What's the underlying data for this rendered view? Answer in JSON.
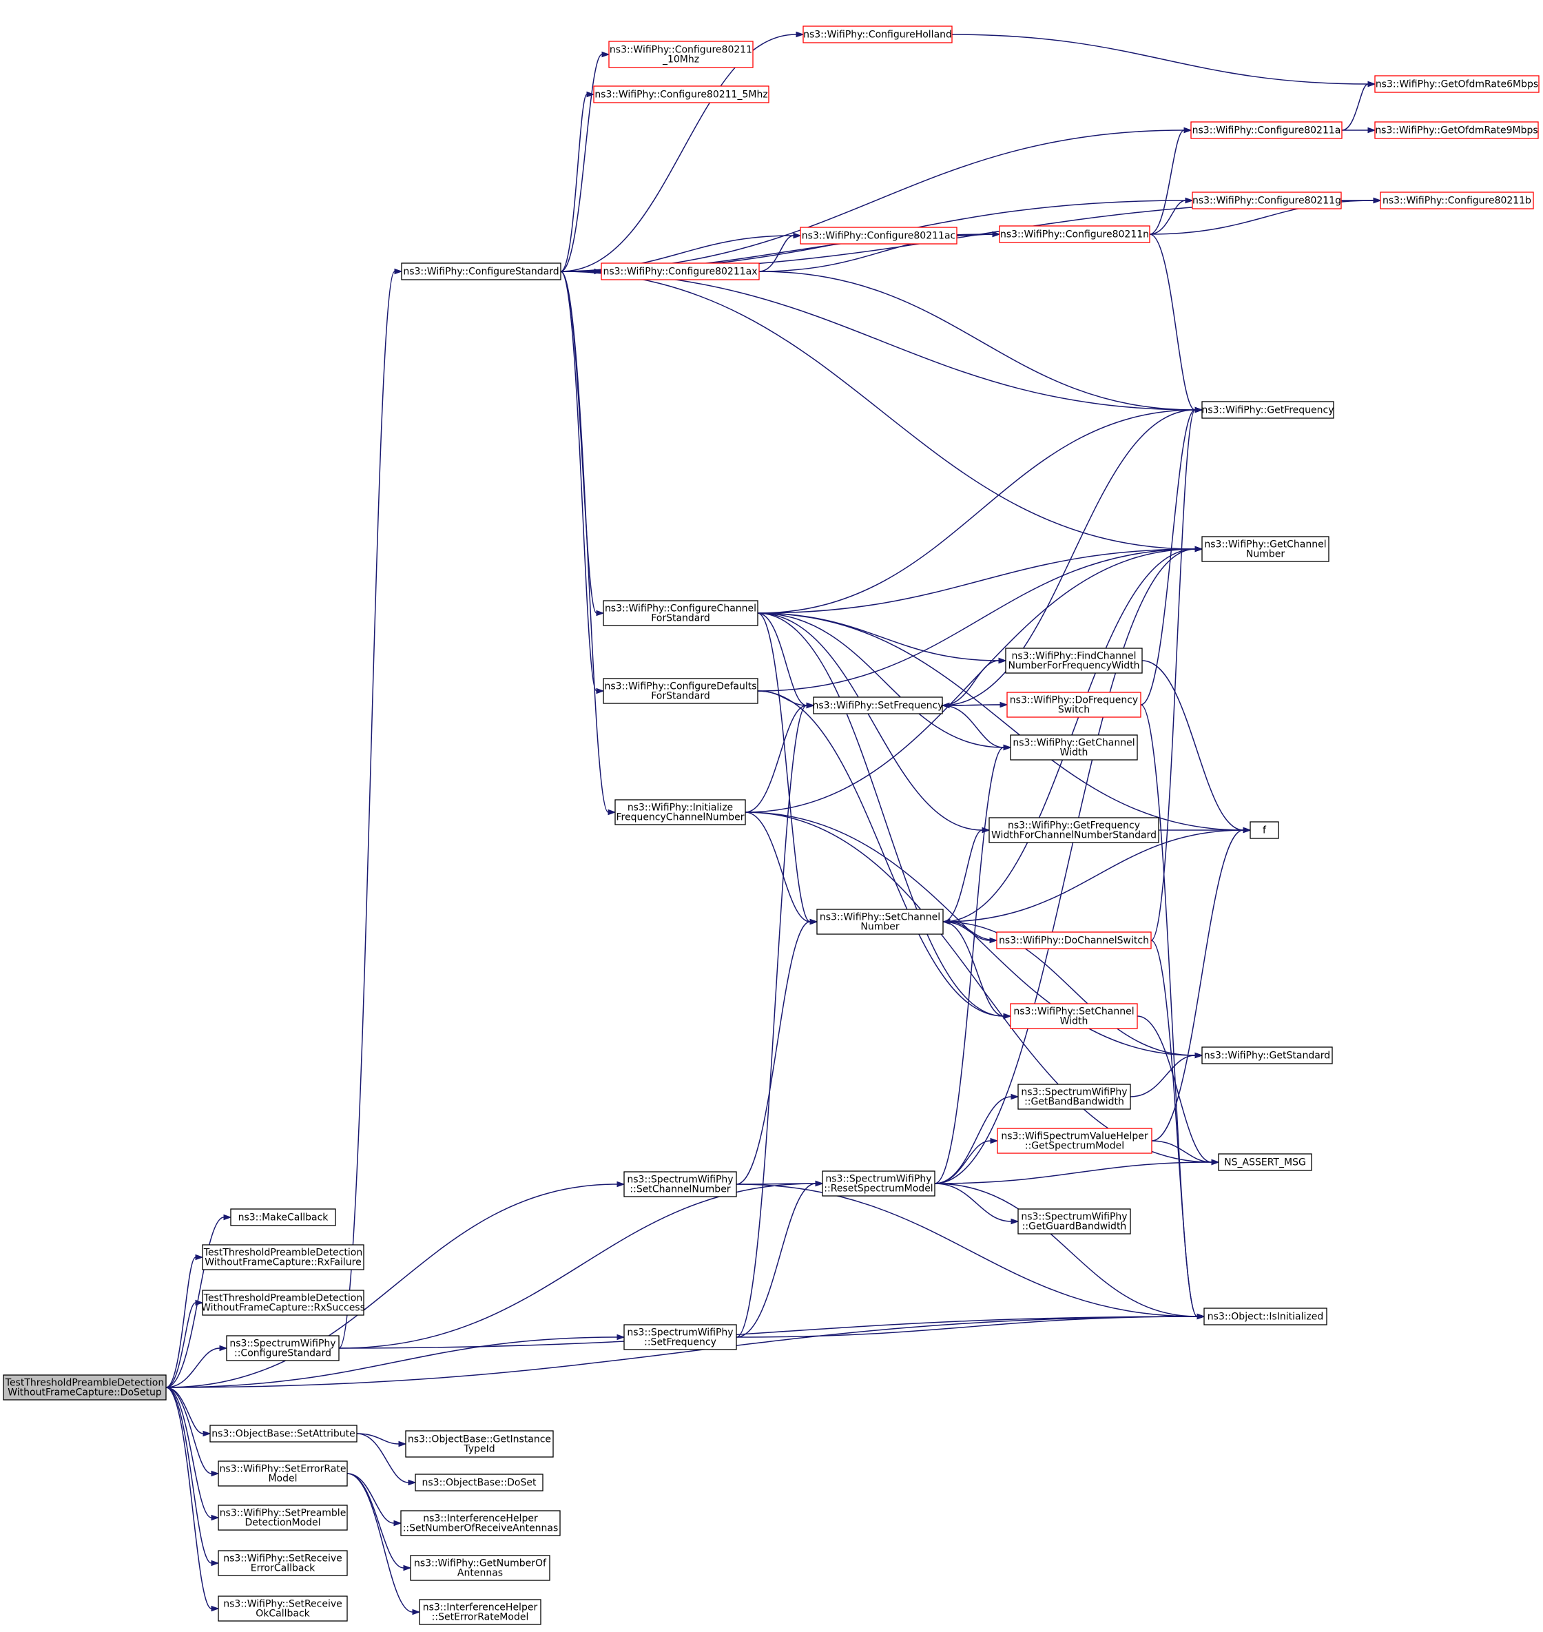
{
  "colors": {
    "edge": "#191970",
    "node_border_normal": "#000000",
    "node_border_truncated": "#ff0000",
    "node_fill": "#ffffff",
    "root_fill": "#bfbfbf"
  },
  "nodes": [
    {
      "id": "root",
      "lines": [
        "TestThresholdPreambleDetection",
        "WithoutFrameCapture::DoSetup"
      ],
      "style": "root"
    },
    {
      "id": "makecb",
      "lines": [
        "ns3::MakeCallback"
      ],
      "style": "normal"
    },
    {
      "id": "rxfail",
      "lines": [
        "TestThresholdPreambleDetection",
        "WithoutFrameCapture::RxFailure"
      ],
      "style": "normal"
    },
    {
      "id": "rxsucc",
      "lines": [
        "TestThresholdPreambleDetection",
        "WithoutFrameCapture::RxSuccess"
      ],
      "style": "normal"
    },
    {
      "id": "spcfgstd",
      "lines": [
        "ns3::SpectrumWifiPhy",
        "::ConfigureStandard"
      ],
      "style": "normal"
    },
    {
      "id": "objsetattr",
      "lines": [
        "ns3::ObjectBase::SetAttribute"
      ],
      "style": "normal"
    },
    {
      "id": "seterr",
      "lines": [
        "ns3::WifiPhy::SetErrorRate",
        "Model"
      ],
      "style": "normal"
    },
    {
      "id": "setpre",
      "lines": [
        "ns3::WifiPhy::SetPreamble",
        "DetectionModel"
      ],
      "style": "normal"
    },
    {
      "id": "setrecerr",
      "lines": [
        "ns3::WifiPhy::SetReceive",
        "ErrorCallback"
      ],
      "style": "normal"
    },
    {
      "id": "setrecok",
      "lines": [
        "ns3::WifiPhy::SetReceive",
        "OkCallback"
      ],
      "style": "normal"
    },
    {
      "id": "cfgstd",
      "lines": [
        "ns3::WifiPhy::ConfigureStandard"
      ],
      "style": "normal"
    },
    {
      "id": "cfgchan",
      "lines": [
        "ns3::WifiPhy::ConfigureChannel",
        "ForStandard"
      ],
      "style": "normal"
    },
    {
      "id": "cfgdef",
      "lines": [
        "ns3::WifiPhy::ConfigureDefaults",
        "ForStandard"
      ],
      "style": "normal"
    },
    {
      "id": "initfreq",
      "lines": [
        "ns3::WifiPhy::Initialize",
        "FrequencyChannelNumber"
      ],
      "style": "normal"
    },
    {
      "id": "spsetchan",
      "lines": [
        "ns3::SpectrumWifiPhy",
        "::SetChannelNumber"
      ],
      "style": "normal"
    },
    {
      "id": "spsetfreq",
      "lines": [
        "ns3::SpectrumWifiPhy",
        "::SetFrequency"
      ],
      "style": "normal"
    },
    {
      "id": "cfg10",
      "lines": [
        "ns3::WifiPhy::Configure80211",
        "_10Mhz"
      ],
      "style": "truncated"
    },
    {
      "id": "cfg5",
      "lines": [
        "ns3::WifiPhy::Configure80211_5Mhz"
      ],
      "style": "truncated"
    },
    {
      "id": "cfgholl",
      "lines": [
        "ns3::WifiPhy::ConfigureHolland"
      ],
      "style": "truncated"
    },
    {
      "id": "cfgac",
      "lines": [
        "ns3::WifiPhy::Configure80211ac"
      ],
      "style": "truncated"
    },
    {
      "id": "cfgax",
      "lines": [
        "ns3::WifiPhy::Configure80211ax"
      ],
      "style": "truncated"
    },
    {
      "id": "setfreq",
      "lines": [
        "ns3::WifiPhy::SetFrequency"
      ],
      "style": "normal"
    },
    {
      "id": "setchan",
      "lines": [
        "ns3::WifiPhy::SetChannel",
        "Number"
      ],
      "style": "normal"
    },
    {
      "id": "resetsm",
      "lines": [
        "ns3::SpectrumWifiPhy",
        "::ResetSpectrumModel"
      ],
      "style": "normal"
    },
    {
      "id": "findchan",
      "lines": [
        "ns3::WifiPhy::FindChannel",
        "NumberForFrequencyWidth"
      ],
      "style": "normal"
    },
    {
      "id": "dofreq",
      "lines": [
        "ns3::WifiPhy::DoFrequency",
        "Switch"
      ],
      "style": "truncated"
    },
    {
      "id": "getcw",
      "lines": [
        "ns3::WifiPhy::GetChannel",
        "Width"
      ],
      "style": "normal"
    },
    {
      "id": "getfwcns",
      "lines": [
        "ns3::WifiPhy::GetFrequency",
        "WidthForChannelNumberStandard"
      ],
      "style": "normal"
    },
    {
      "id": "dochsw",
      "lines": [
        "ns3::WifiPhy::DoChannelSwitch"
      ],
      "style": "truncated"
    },
    {
      "id": "setcw",
      "lines": [
        "ns3::WifiPhy::SetChannel",
        "Width"
      ],
      "style": "truncated"
    },
    {
      "id": "getbandbw",
      "lines": [
        "ns3::SpectrumWifiPhy",
        "::GetBandBandwidth"
      ],
      "style": "normal"
    },
    {
      "id": "getspecmodel",
      "lines": [
        "ns3::WifiSpectrumValueHelper",
        "::GetSpectrumModel"
      ],
      "style": "truncated"
    },
    {
      "id": "getguard",
      "lines": [
        "ns3::SpectrumWifiPhy",
        "::GetGuardBandwidth"
      ],
      "style": "normal"
    },
    {
      "id": "getinst",
      "lines": [
        "ns3::ObjectBase::GetInstance",
        "TypeId"
      ],
      "style": "normal"
    },
    {
      "id": "doset",
      "lines": [
        "ns3::ObjectBase::DoSet"
      ],
      "style": "normal"
    },
    {
      "id": "setnra",
      "lines": [
        "ns3::InterferenceHelper",
        "::SetNumberOfReceiveAntennas"
      ],
      "style": "normal"
    },
    {
      "id": "getnumant",
      "lines": [
        "ns3::WifiPhy::GetNumberOf",
        "Antennas"
      ],
      "style": "normal"
    },
    {
      "id": "seterm",
      "lines": [
        "ns3::InterferenceHelper",
        "::SetErrorRateModel"
      ],
      "style": "normal"
    },
    {
      "id": "cfga",
      "lines": [
        "ns3::WifiPhy::Configure80211a"
      ],
      "style": "truncated"
    },
    {
      "id": "cfgg",
      "lines": [
        "ns3::WifiPhy::Configure80211g"
      ],
      "style": "truncated"
    },
    {
      "id": "cfgn",
      "lines": [
        "ns3::WifiPhy::Configure80211n"
      ],
      "style": "truncated"
    },
    {
      "id": "getfreq",
      "lines": [
        "ns3::WifiPhy::GetFrequency"
      ],
      "style": "normal"
    },
    {
      "id": "getchannum",
      "lines": [
        "ns3::WifiPhy::GetChannel",
        "Number"
      ],
      "style": "normal"
    },
    {
      "id": "f",
      "lines": [
        "f"
      ],
      "style": "normal"
    },
    {
      "id": "getstd",
      "lines": [
        "ns3::WifiPhy::GetStandard"
      ],
      "style": "normal"
    },
    {
      "id": "nsassert",
      "lines": [
        "NS_ASSERT_MSG"
      ],
      "style": "normal"
    },
    {
      "id": "isinit",
      "lines": [
        "ns3::Object::IsInitialized"
      ],
      "style": "normal"
    },
    {
      "id": "ofdm6",
      "lines": [
        "ns3::WifiPhy::GetOfdmRate6Mbps"
      ],
      "style": "truncated"
    },
    {
      "id": "ofdm9",
      "lines": [
        "ns3::WifiPhy::GetOfdmRate9Mbps"
      ],
      "style": "truncated"
    },
    {
      "id": "cfgb",
      "lines": [
        "ns3::WifiPhy::Configure80211b"
      ],
      "style": "truncated"
    }
  ],
  "edges": [
    [
      "root",
      "spsetchan"
    ],
    [
      "root",
      "makecb"
    ],
    [
      "root",
      "rxfail"
    ],
    [
      "root",
      "rxsucc"
    ],
    [
      "root",
      "spcfgstd"
    ],
    [
      "root",
      "spsetfreq"
    ],
    [
      "root",
      "isinit"
    ],
    [
      "root",
      "objsetattr"
    ],
    [
      "root",
      "seterr"
    ],
    [
      "root",
      "setpre"
    ],
    [
      "root",
      "setrecerr"
    ],
    [
      "root",
      "setrecok"
    ],
    [
      "spcfgstd",
      "cfgstd"
    ],
    [
      "spcfgstd",
      "resetsm"
    ],
    [
      "spcfgstd",
      "isinit"
    ],
    [
      "cfgstd",
      "cfgholl"
    ],
    [
      "cfgstd",
      "cfg10"
    ],
    [
      "cfgstd",
      "cfg5"
    ],
    [
      "cfgstd",
      "cfga"
    ],
    [
      "cfgstd",
      "cfgb"
    ],
    [
      "cfgstd",
      "cfgg"
    ],
    [
      "cfgstd",
      "cfgac"
    ],
    [
      "cfgstd",
      "cfgax"
    ],
    [
      "cfgstd",
      "cfgn"
    ],
    [
      "cfgstd",
      "getfreq"
    ],
    [
      "cfgstd",
      "getchannum"
    ],
    [
      "cfgstd",
      "cfgchan"
    ],
    [
      "cfgstd",
      "cfgdef"
    ],
    [
      "cfgstd",
      "initfreq"
    ],
    [
      "cfgholl",
      "ofdm6"
    ],
    [
      "cfga",
      "ofdm6"
    ],
    [
      "cfga",
      "ofdm9"
    ],
    [
      "cfgg",
      "cfgb"
    ],
    [
      "cfgac",
      "cfgn"
    ],
    [
      "cfgax",
      "cfgac"
    ],
    [
      "cfgax",
      "cfgn"
    ],
    [
      "cfgax",
      "getfreq"
    ],
    [
      "cfgn",
      "cfga"
    ],
    [
      "cfgn",
      "cfgg"
    ],
    [
      "cfgn",
      "cfgb"
    ],
    [
      "cfgn",
      "getfreq"
    ],
    [
      "cfgchan",
      "getfreq"
    ],
    [
      "cfgchan",
      "getchannum"
    ],
    [
      "cfgchan",
      "f"
    ],
    [
      "cfgchan",
      "findchan"
    ],
    [
      "cfgchan",
      "setfreq"
    ],
    [
      "cfgchan",
      "getcw"
    ],
    [
      "cfgchan",
      "getfwcns"
    ],
    [
      "cfgchan",
      "setchan"
    ],
    [
      "cfgchan",
      "setcw"
    ],
    [
      "cfgdef",
      "getchannum"
    ],
    [
      "cfgdef",
      "setfreq"
    ],
    [
      "cfgdef",
      "setcw"
    ],
    [
      "initfreq",
      "getchannum"
    ],
    [
      "initfreq",
      "setfreq"
    ],
    [
      "initfreq",
      "setchan"
    ],
    [
      "initfreq",
      "getstd"
    ],
    [
      "initfreq",
      "nsassert"
    ],
    [
      "setfreq",
      "getfreq"
    ],
    [
      "setfreq",
      "findchan"
    ],
    [
      "setfreq",
      "dofreq"
    ],
    [
      "setfreq",
      "getcw"
    ],
    [
      "dofreq",
      "setfreq"
    ],
    [
      "dofreq",
      "getfreq"
    ],
    [
      "dofreq",
      "isinit"
    ],
    [
      "findchan",
      "f"
    ],
    [
      "getfwcns",
      "f"
    ],
    [
      "setchan",
      "getchannum"
    ],
    [
      "setchan",
      "f"
    ],
    [
      "setchan",
      "getfwcns"
    ],
    [
      "setchan",
      "dochsw"
    ],
    [
      "setchan",
      "setcw"
    ],
    [
      "setchan",
      "getstd"
    ],
    [
      "dochsw",
      "setchan"
    ],
    [
      "dochsw",
      "getfreq"
    ],
    [
      "dochsw",
      "isinit"
    ],
    [
      "setcw",
      "nsassert"
    ],
    [
      "spsetchan",
      "setchan"
    ],
    [
      "spsetchan",
      "resetsm"
    ],
    [
      "spsetchan",
      "isinit"
    ],
    [
      "spsetfreq",
      "setfreq"
    ],
    [
      "spsetfreq",
      "resetsm"
    ],
    [
      "spsetfreq",
      "isinit"
    ],
    [
      "resetsm",
      "getchannum"
    ],
    [
      "resetsm",
      "getcw"
    ],
    [
      "resetsm",
      "getbandbw"
    ],
    [
      "resetsm",
      "getspecmodel"
    ],
    [
      "resetsm",
      "nsassert"
    ],
    [
      "resetsm",
      "getguard"
    ],
    [
      "resetsm",
      "isinit"
    ],
    [
      "getbandbw",
      "getstd"
    ],
    [
      "getspecmodel",
      "f"
    ],
    [
      "getspecmodel",
      "nsassert"
    ],
    [
      "objsetattr",
      "getinst"
    ],
    [
      "objsetattr",
      "doset"
    ],
    [
      "seterr",
      "setnra"
    ],
    [
      "seterr",
      "getnumant"
    ],
    [
      "seterr",
      "seterm"
    ]
  ]
}
